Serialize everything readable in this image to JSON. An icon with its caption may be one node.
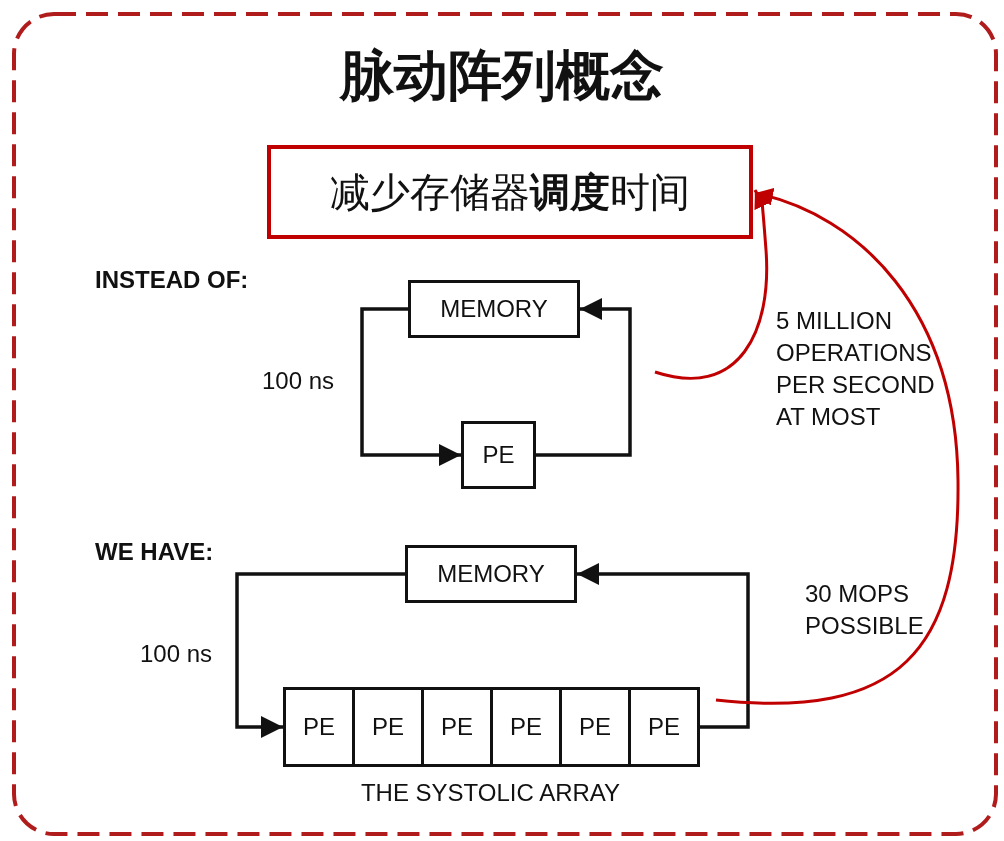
{
  "diagram": {
    "title": "脉动阵列概念",
    "nodes": [
      {
        "text": [
          "减少存储器**调度**时间"
        ]
      },
      {
        "text": [
          "MEMORY"
        ]
      },
      {
        "text": [
          "PE"
        ]
      },
      {
        "text": [
          "MEMORY"
        ]
      },
      {
        "text": [],
        "shape": "box",
        "beside": [
          "THE SYSTOLIC ARRAY"
        ]
      },
      {
        "text": [
          "PE"
        ],
        "in": 4
      },
      {
        "text": [
          "PE"
        ],
        "in": 4
      },
      {
        "text": [
          "PE"
        ],
        "in": 4
      },
      {
        "text": [
          "PE"
        ],
        "in": 4
      },
      {
        "text": [
          "PE"
        ],
        "in": 4
      },
      {
        "text": [
          "PE"
        ],
        "in": 4
      }
    ],
    "edges": [
      {
        "from": 1,
        "to": 2,
        "arrow": "to"
      },
      {
        "from": 2,
        "to": 1,
        "arrow": "to"
      },
      {
        "from": 3,
        "to": 4,
        "arrow": "to"
      },
      {
        "from": 4,
        "to": 3,
        "arrow": "to"
      },
      {
        "from": null,
        "to": 0,
        "arrow": "to",
        "color": "#c00000"
      },
      {
        "from": null,
        "to": 0,
        "arrow": "to",
        "color": "#c00000"
      }
    ],
    "labels": [
      "INSTEAD OF:",
      "100 ns",
      "5 MILLION OPERATIONS PER SECOND AT MOST",
      "WE HAVE:",
      "100 ns",
      "30 MOPS POSSIBLE"
    ]
  }
}
